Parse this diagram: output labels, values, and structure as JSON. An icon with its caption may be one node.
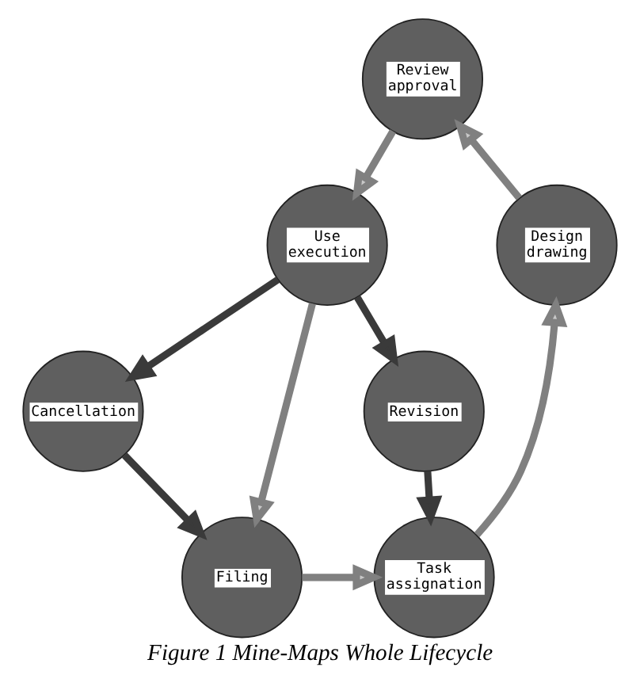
{
  "diagram": {
    "caption": "Figure 1 Mine-Maps Whole Lifecycle",
    "nodes": [
      {
        "text": [
          "Review approval"
        ]
      },
      {
        "text": [
          "Use execution"
        ]
      },
      {
        "text": [
          "Design drawing"
        ]
      },
      {
        "text": [
          "Revision"
        ]
      },
      {
        "text": [
          "Cancellation"
        ]
      },
      {
        "text": [
          "Task assignation"
        ]
      },
      {
        "text": [
          "Filing"
        ]
      }
    ],
    "edges": [
      {
        "from": 0,
        "to": 1,
        "arrow": "to"
      },
      {
        "from": 1,
        "to": 6,
        "arrow": "to"
      },
      {
        "from": 6,
        "to": 5,
        "arrow": "to"
      },
      {
        "from": 5,
        "to": 2,
        "arrow": "to"
      },
      {
        "from": 2,
        "to": 0,
        "arrow": "to"
      },
      {
        "from": 1,
        "to": 3,
        "arrow": "to",
        "color": "#3a3a3a"
      },
      {
        "from": 1,
        "to": 4,
        "arrow": "to",
        "color": "#3a3a3a"
      },
      {
        "from": 4,
        "to": 6,
        "arrow": "to",
        "color": "#3a3a3a"
      },
      {
        "from": 3,
        "to": 5,
        "arrow": "to",
        "color": "#3a3a3a"
      }
    ]
  }
}
